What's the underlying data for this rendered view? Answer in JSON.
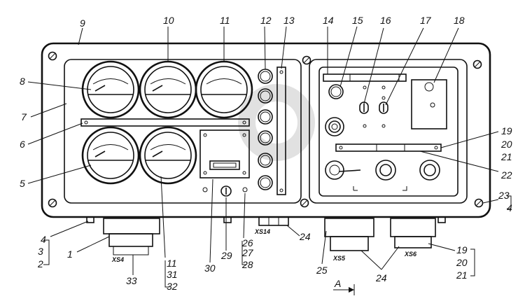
{
  "callouts": {
    "c1": "1",
    "c2": "2",
    "c3": "3",
    "c4": "4",
    "c5": "5",
    "c6": "6",
    "c7": "7",
    "c8": "8",
    "c9": "9",
    "c10": "10",
    "c11": "11",
    "c12": "12",
    "c13": "13",
    "c14": "14",
    "c15": "15",
    "c16": "16",
    "c17": "17",
    "c18": "18",
    "c19": "19",
    "c20": "20",
    "c21": "21",
    "c22": "22",
    "c23": "23",
    "c4b": "4",
    "c11b": "11",
    "c31": "31",
    "c32": "32",
    "c33": "33",
    "c30": "30",
    "c29": "29",
    "c26": "26",
    "c27": "27",
    "c28": "28",
    "c24a": "24",
    "c25": "25",
    "c24b": "24",
    "c19b": "19",
    "c20b": "20",
    "c21b": "21"
  },
  "connectors": {
    "xs4": "XS4",
    "xs14": "XS14",
    "xs5": "XS5",
    "xs6": "XS6"
  },
  "view_label": "A"
}
